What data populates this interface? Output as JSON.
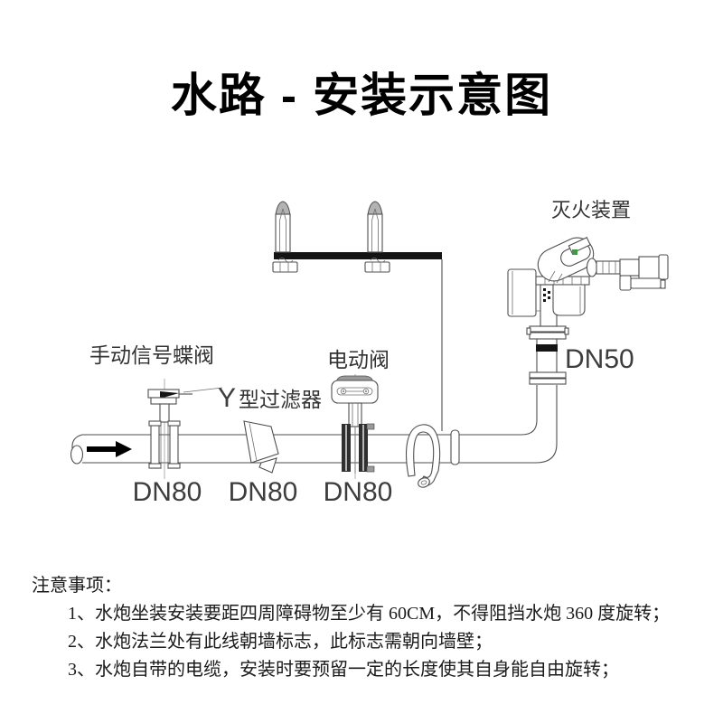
{
  "page": {
    "title": "水路 - 安装示意图",
    "background": "#ffffff"
  },
  "diagram": {
    "labels": {
      "fire_device": "灭火装置",
      "manual_butterfly_valve": "手动信号蝶阀",
      "electric_valve": "电动阀",
      "y_filter_glyph": "Y",
      "y_filter_text": "型过滤器",
      "dn50": "DN50",
      "dn80": [
        "DN80",
        "DN80",
        "DN80"
      ]
    },
    "flow_direction": "right",
    "colors": {
      "line": "#4f4f4f",
      "solid_black": "#141414",
      "label": "#333333",
      "accent_green": "#3f9b43"
    }
  },
  "notes": {
    "heading": "注意事项：",
    "items": [
      "1、水炮坐装安装要距四周障碍物至少有 60CM，不得阻挡水炮 360 度旋转；",
      "2、水炮法兰处有此线朝墙标志，此标志需朝向墙壁；",
      "3、水炮自带的电缆，安装时要预留一定的长度使其自身能自由旋转；"
    ]
  }
}
